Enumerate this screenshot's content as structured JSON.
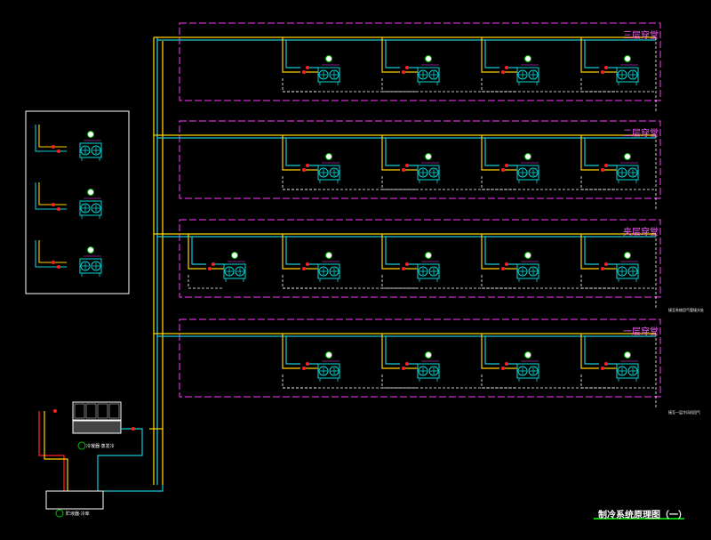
{
  "title": "制冷系统原理图（一）",
  "rooms": [
    {
      "id": "room-3",
      "label": "三层穿堂",
      "units": 4
    },
    {
      "id": "room-2",
      "label": "二层穿堂",
      "units": 4
    },
    {
      "id": "room-mezz",
      "label": "夹层穿堂",
      "units": 5
    },
    {
      "id": "room-1",
      "label": "一层穿堂",
      "units": 4
    }
  ],
  "equipment": {
    "condensing_unit": {
      "number": "4",
      "label": "冷凝器·蒸发冷"
    },
    "receiver": {
      "number": "1",
      "label": "贮液器·冷库"
    }
  },
  "notes": [
    "接至系统回气管接头处",
    "接至一层冷风机回气"
  ],
  "colors": {
    "supply_line": "#ffd200",
    "liquid_line": "#19c8d8",
    "boundary": "#ff3cff",
    "unit_fan": "#00d7d7",
    "valve": "#ff2020",
    "hot_gas": "#ff2020",
    "drain": "#ffffff",
    "title_underline": "#00c000"
  }
}
